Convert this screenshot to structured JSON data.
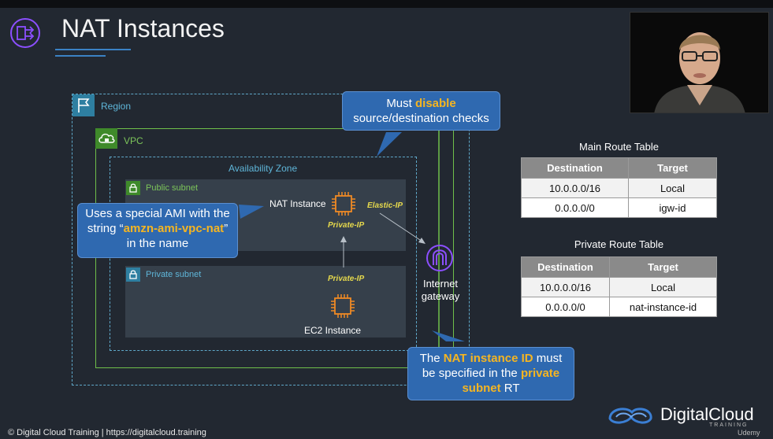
{
  "slide": {
    "title": "NAT Instances"
  },
  "diagram": {
    "region_label": "Region",
    "vpc_label": "VPC",
    "az_label": "Availability Zone",
    "public_subnet_label": "Public subnet",
    "private_subnet_label": "Private subnet",
    "nat_instance_label": "NAT Instance",
    "elastic_ip_label": "Elastic-IP",
    "nat_private_ip_label": "Private-IP",
    "ec2_private_ip_label": "Private-IP",
    "ec2_label": "EC2 Instance",
    "igw_label": "Internet gateway"
  },
  "callouts": {
    "top": {
      "pre": "Must ",
      "highlight": "disable",
      "post": "source/destination checks"
    },
    "left": {
      "pre": "Uses a special AMI with the string “",
      "highlight": "amzn-ami-vpc-nat",
      "post": "” in the name"
    },
    "bottom": {
      "pre": "The ",
      "highlight1": "NAT instance ID",
      "mid": " must be specified in the ",
      "highlight2": "private subnet",
      "post": " RT"
    }
  },
  "main_route_table": {
    "title": "Main Route Table",
    "headers": [
      "Destination",
      "Target"
    ],
    "rows": [
      [
        "10.0.0.0/16",
        "Local"
      ],
      [
        "0.0.0.0/0",
        "igw-id"
      ]
    ]
  },
  "private_route_table": {
    "title": "Private Route Table",
    "headers": [
      "Destination",
      "Target"
    ],
    "rows": [
      [
        "10.0.0.0/16",
        "Local"
      ],
      [
        "0.0.0.0/0",
        "nat-instance-id"
      ]
    ]
  },
  "footer": {
    "text": "© Digital Cloud Training  |  https://digitalcloud.training"
  },
  "brand": {
    "name": "DigitalCloud",
    "sub": "TRAINING",
    "platform": "Udemy"
  },
  "icons": {
    "title_icon": "nat-gateway-icon",
    "region_icon": "flag-icon",
    "vpc_icon": "cloud-lock-icon",
    "subnet_icon": "lock-icon",
    "instance_icon": "chip-icon",
    "igw_icon": "internet-gateway-icon",
    "brand_icon": "cloud-swirl-icon"
  },
  "colors": {
    "background": "#222831",
    "callout": "#2f69b0",
    "highlight": "#f5b521",
    "region_border": "#5fa8c9",
    "vpc_border": "#6fbf4a",
    "ip_label": "#e6d94c",
    "instance": "#f08a24",
    "igw": "#8c4fff"
  }
}
